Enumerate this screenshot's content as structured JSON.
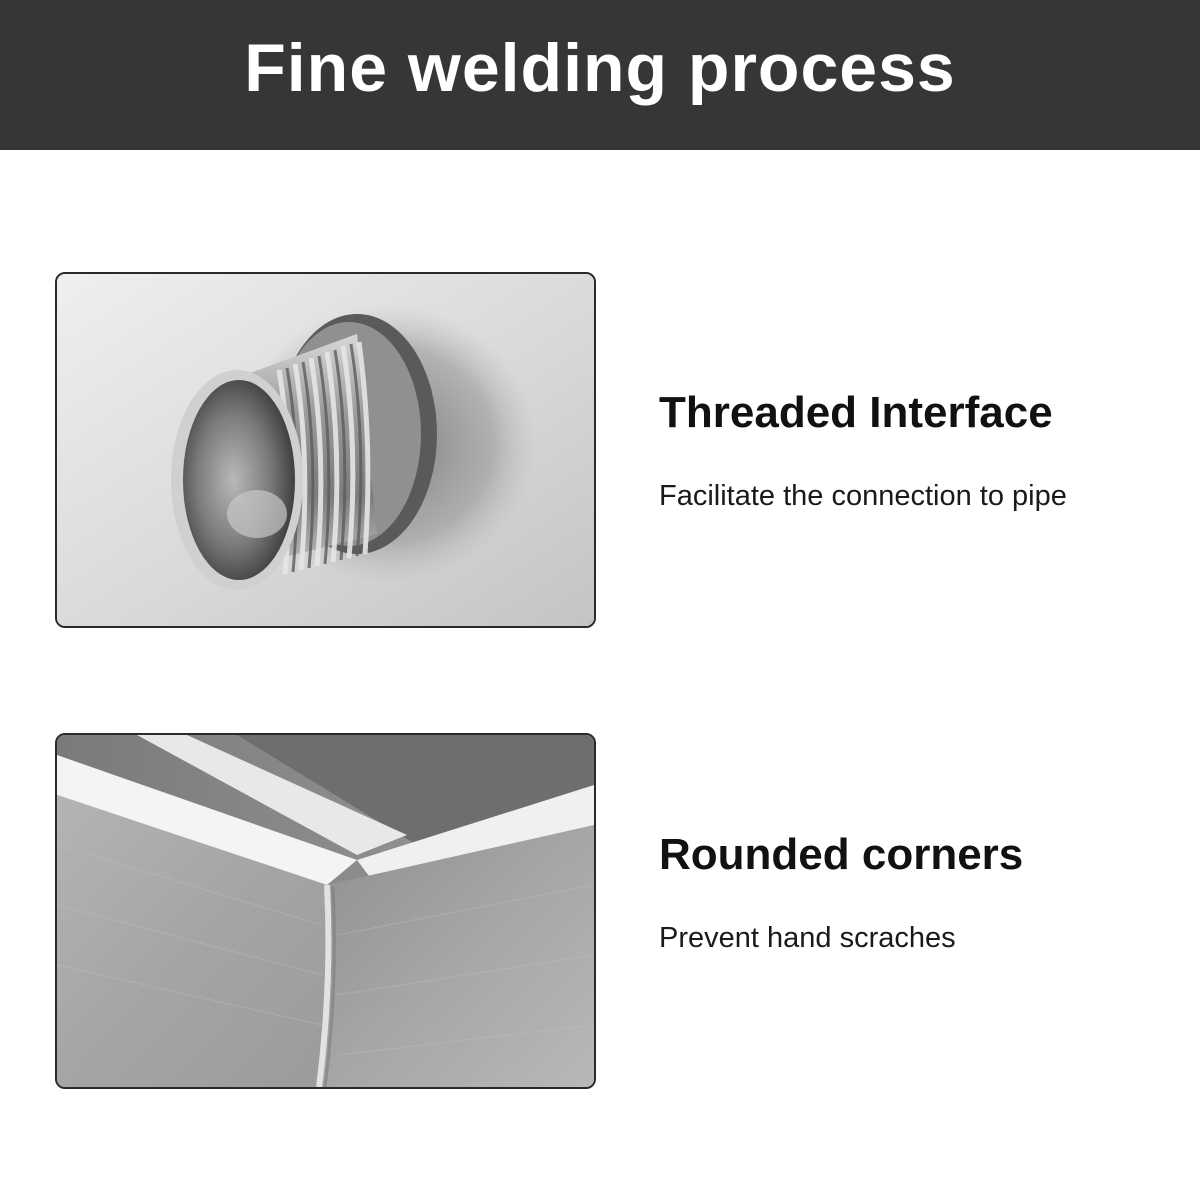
{
  "header": {
    "title": "Fine welding process"
  },
  "features": [
    {
      "title": "Threaded Interface",
      "description": "Facilitate the connection to pipe",
      "photo_icon": "threaded-pipe-fitting-photo"
    },
    {
      "title": "Rounded corners",
      "description": "Prevent hand scraches",
      "photo_icon": "welded-corner-photo"
    }
  ],
  "colors": {
    "header_bg": "#363636",
    "header_text": "#ffffff",
    "body_text": "#111111",
    "page_bg": "#ffffff"
  }
}
